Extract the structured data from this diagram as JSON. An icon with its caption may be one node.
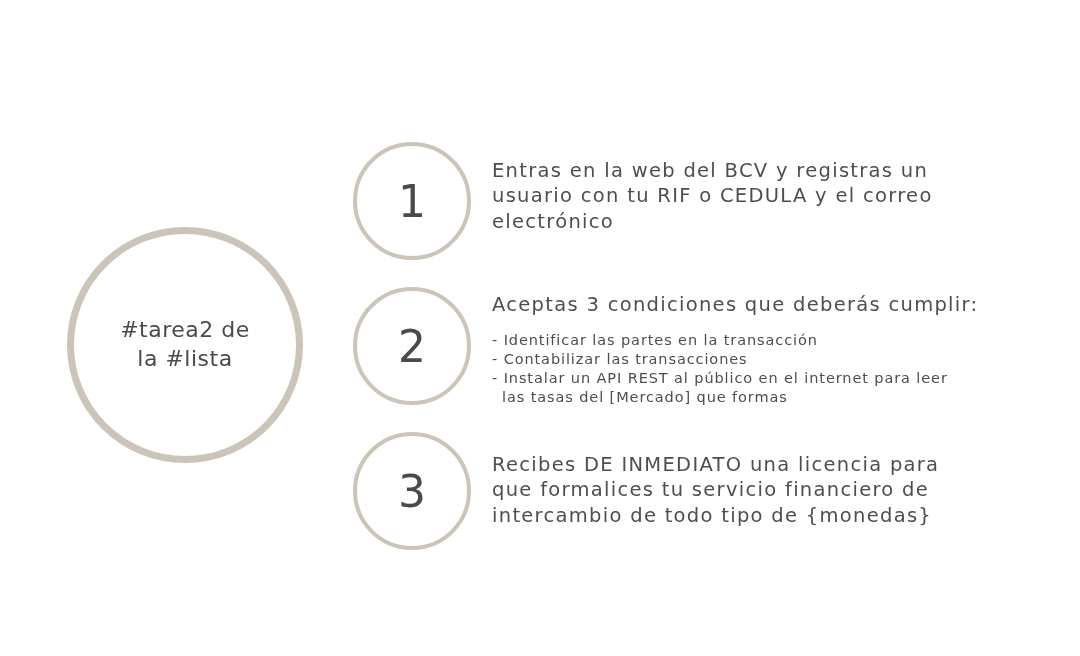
{
  "diagram": {
    "nodes": [
      {
        "text": [
          "#tarea2 de la #lista"
        ]
      },
      {
        "text": [
          "1"
        ],
        "beside": [
          "Entras en la web del BCV y registras un usuario con tu RIF o CEDULA y el correo electrónico"
        ]
      },
      {
        "text": [
          "2"
        ],
        "beside": [
          "Aceptas 3 condiciones que deberás cumplir:",
          "- Identificar las partes en la transacción",
          "- Contabilizar las transacciones",
          "- Instalar un API REST al público en el internet para leer las tasas del [Mercado] que formas"
        ]
      },
      {
        "text": [
          "3"
        ],
        "beside": [
          "Recibes DE INMEDIATO una licencia para que formalices tu servicio financiero de intercambio de todo tipo de {monedas}"
        ]
      }
    ]
  }
}
